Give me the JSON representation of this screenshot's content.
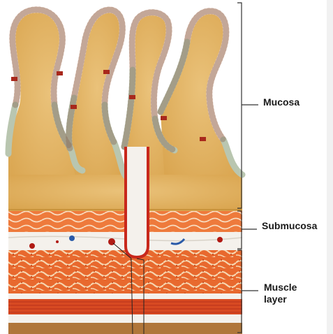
{
  "labels": {
    "mucosa": "Mucosa",
    "submucosa": "Submucosa",
    "muscle_line1": "Muscle",
    "muscle_line2": "layer"
  },
  "colors": {
    "mucosa_fill": "#e2b25a",
    "mucosa_dark": "#c8923a",
    "epithelium_pink": "#f2d9cc",
    "epithelium_green": "#b9c6b0",
    "goblet_red": "#a8281c",
    "crypt_red": "#c8281c",
    "submucosa_white": "#f4f1ec",
    "muscle_orange": "#e0602a",
    "muscle_red": "#c83a1c",
    "base_brown": "#b0763a",
    "bracket_line": "#333333",
    "vessel_red": "#b01a14",
    "vessel_blue": "#2a5aa8"
  }
}
